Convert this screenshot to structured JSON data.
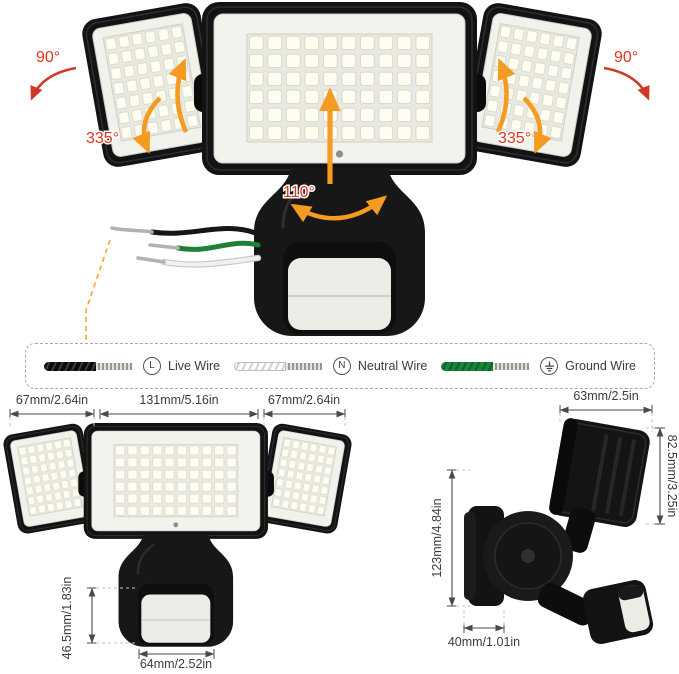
{
  "colors": {
    "angle_red": "#e0341b",
    "arrow_orange": "#f59b22",
    "housing_black": "#131313",
    "led_white": "#fffdf0",
    "ground_green": "#1f8038",
    "dimension_text": "#3b3b3b"
  },
  "top_view": {
    "left_rotation": "90°",
    "left_swivel": "335°",
    "center_tilt": "110°",
    "right_rotation": "90°",
    "right_swivel": "335°"
  },
  "wire_legend": {
    "items": [
      {
        "symbol": "L",
        "label": "Live Wire",
        "wire": "black-live-wire"
      },
      {
        "symbol": "N",
        "label": "Neutral Wire",
        "wire": "white-neutral-wire"
      },
      {
        "symbol_icon": "earth-ground-icon",
        "label": "Ground Wire",
        "wire": "green-ground-wire"
      }
    ]
  },
  "front_view": {
    "left_head_width": "67mm/2.64in",
    "center_head_width": "131mm/5.16in",
    "right_head_width": "67mm/2.64in",
    "sensor_height": "46.5mm/1.83in",
    "sensor_width": "64mm/2.52in"
  },
  "side_view": {
    "top_depth": "63mm/2.5in",
    "head_height": "82.5mm/3.25in",
    "total_height": "123mm/4.84in",
    "base_depth": "40mm/1.01in"
  }
}
